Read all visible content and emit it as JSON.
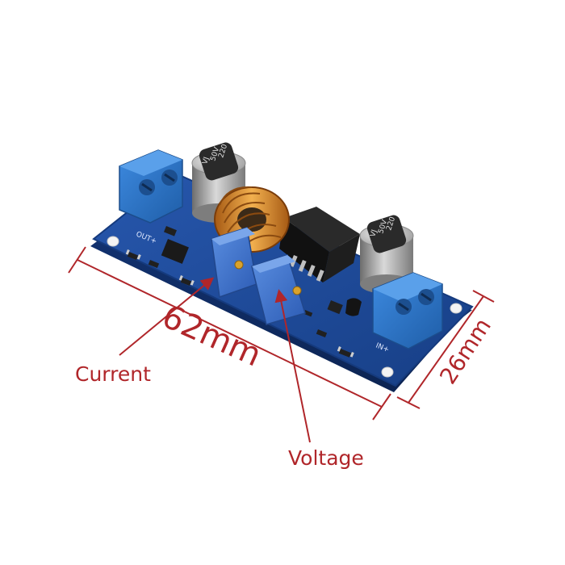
{
  "image": {
    "labels": {
      "length": "62mm",
      "width": "26mm",
      "current": "Current",
      "voltage": "Voltage"
    },
    "capacitor_markings": {
      "left": [
        "220",
        "50V",
        "VJ"
      ],
      "right": [
        "220",
        "50V",
        "VJ"
      ]
    },
    "silkscreen": {
      "out": "OUT+",
      "in": "IN+"
    },
    "colors": {
      "annotation": "#b0262a",
      "pcb": "#1f4fa0",
      "terminal": "#2f77c8",
      "trimmer": "#3a6cc9",
      "inductor": "#d98a2b"
    }
  }
}
